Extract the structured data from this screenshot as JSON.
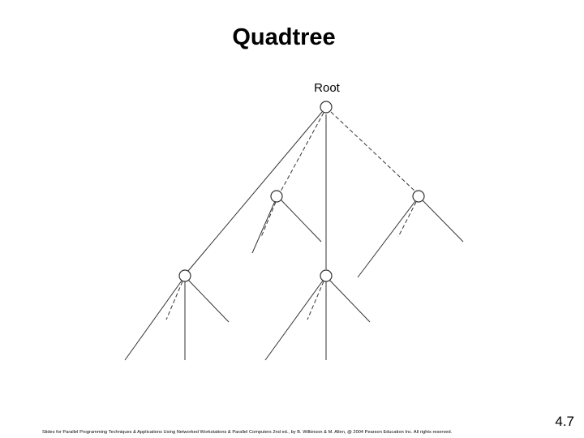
{
  "slide": {
    "title": "Quadtree",
    "footer": "Slides for Parallel Programming Techniques & Applications Using Networked Workstations & Parallel Computers 2nd ed., by B. Wilkinson & M. Allen, @ 2004 Pearson Education Inc. All rights reserved.",
    "number": "4.7"
  },
  "diagram": {
    "root_label": "Root",
    "line_color": "#333333",
    "node_fill": "#ffffff"
  }
}
